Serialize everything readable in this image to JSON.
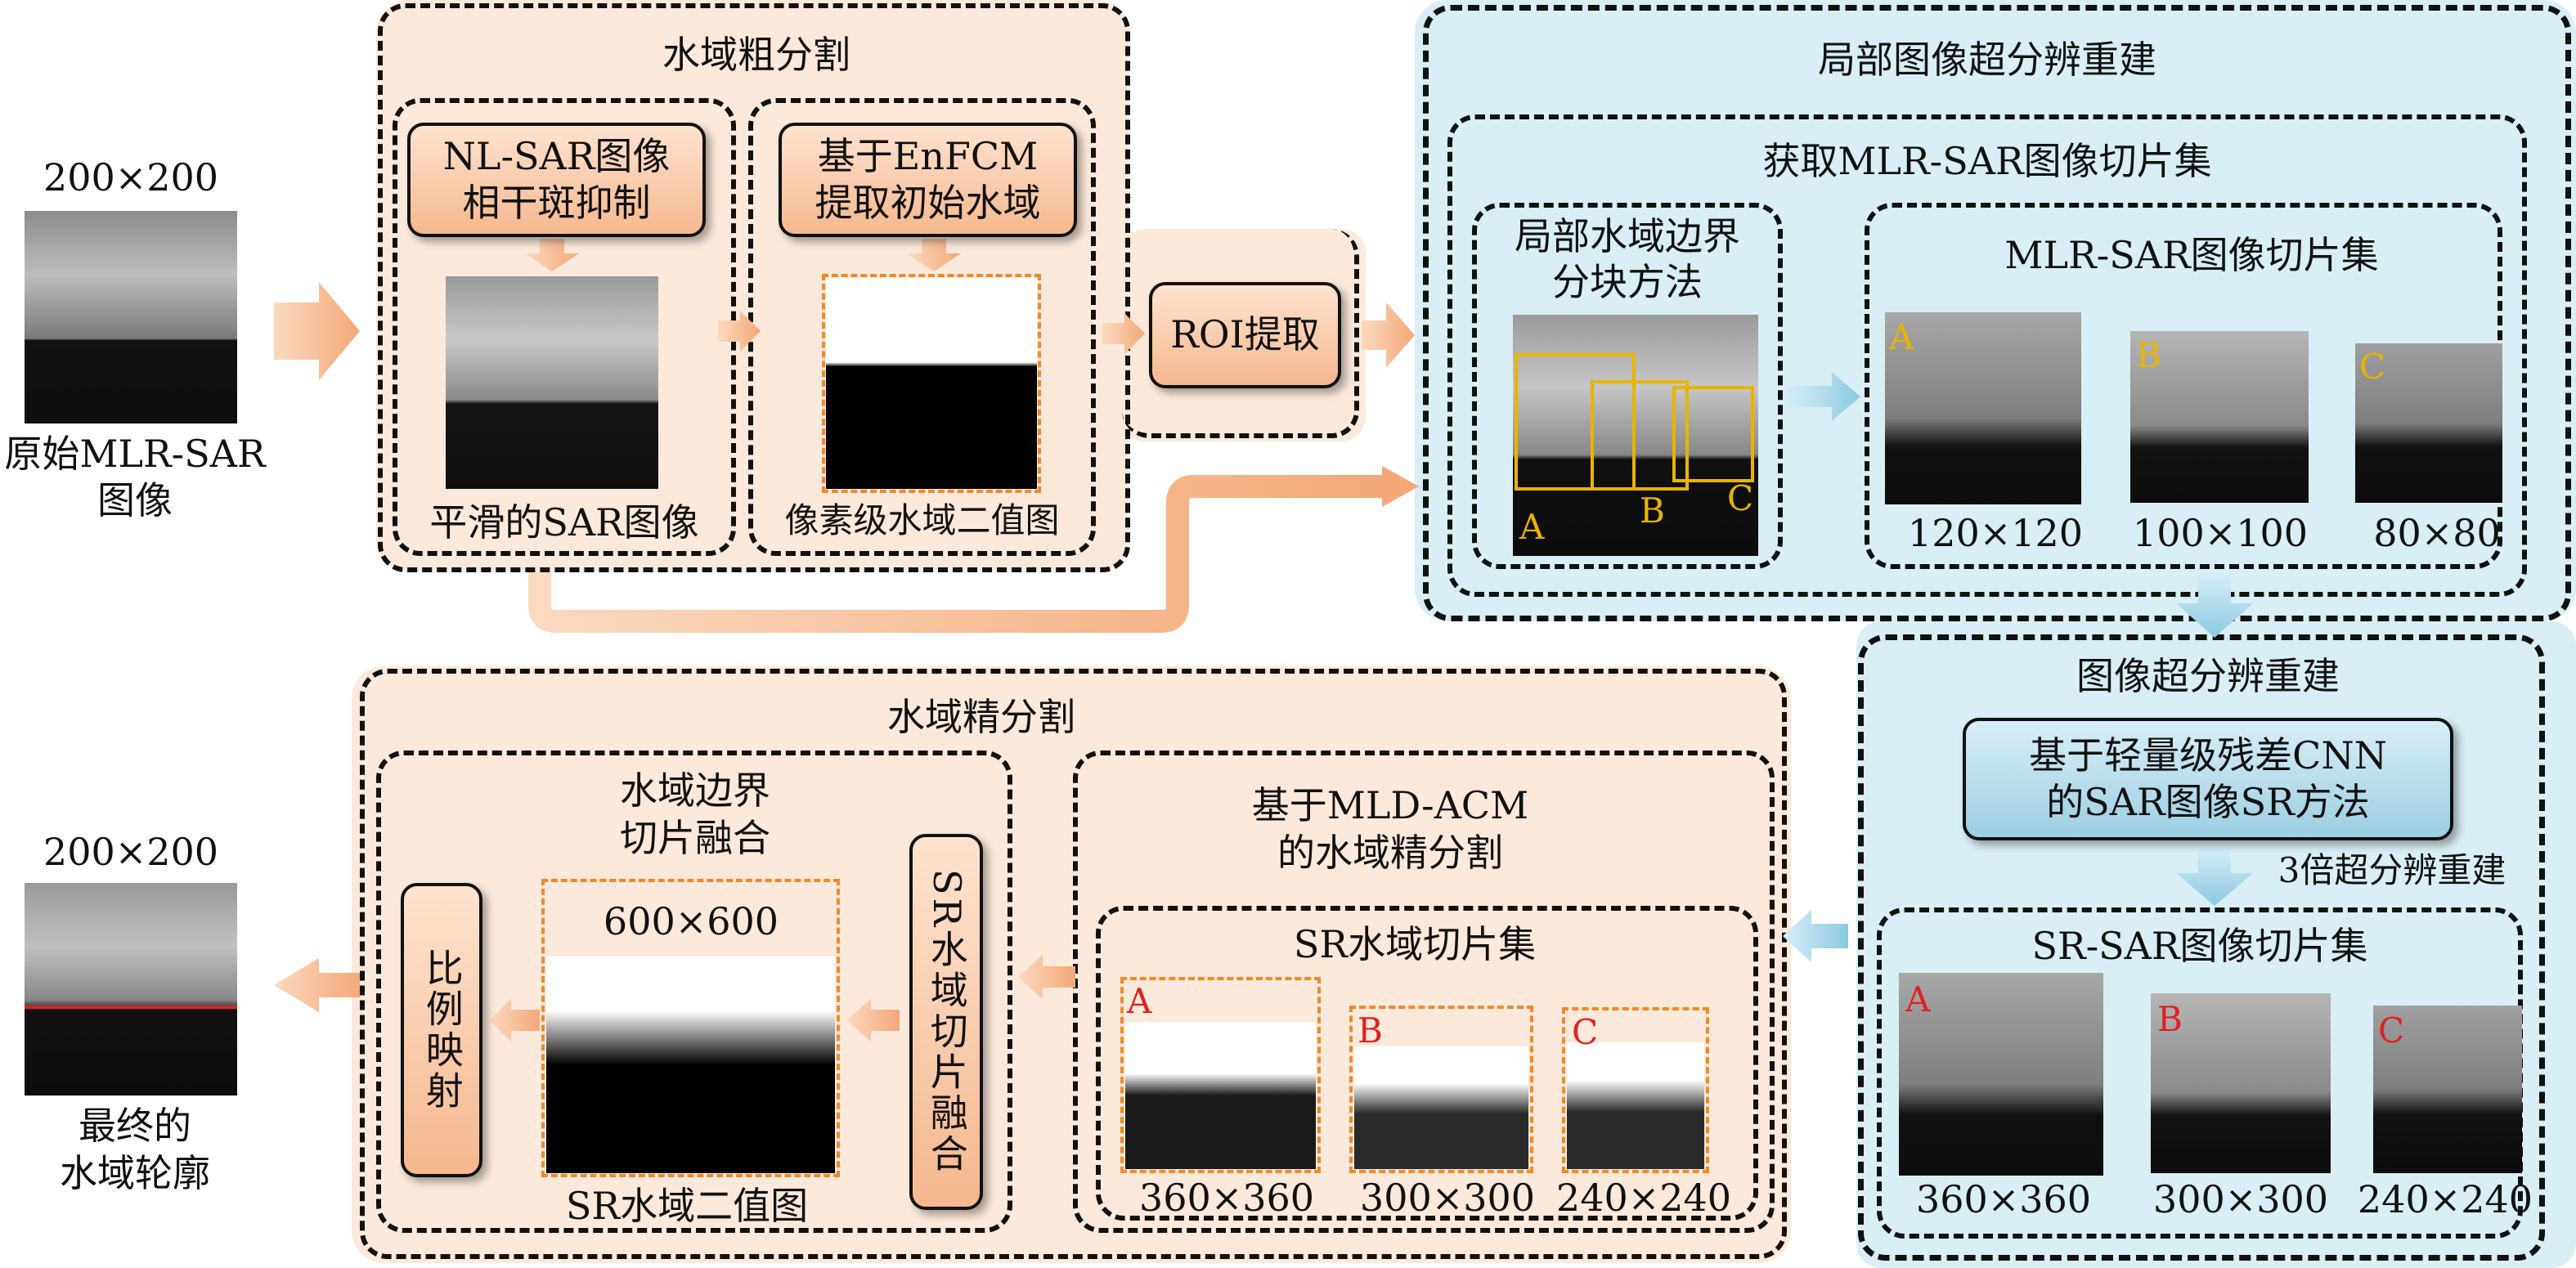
{
  "input": {
    "size": "200×200",
    "label_line1": "原始MLR-SAR",
    "label_line2": "图像"
  },
  "output": {
    "size": "200×200",
    "label_line1": "最终的",
    "label_line2": "水域轮廓"
  },
  "coarse": {
    "title": "水域粗分割",
    "denoise_line1": "NL-SAR图像",
    "denoise_line2": "相干斑抑制",
    "smooth_label": "平滑的SAR图像",
    "enfcm_line1": "基于EnFCM",
    "enfcm_line2": "提取初始水域",
    "binary_label": "像素级水域二值图",
    "roi": "ROI提取"
  },
  "local": {
    "title": "局部图像超分辨重建",
    "acquire_title": "获取MLR-SAR图像切片集",
    "method_line1": "局部水域边界",
    "method_line2": "分块方法",
    "slice_set_title": "MLR-SAR图像切片集",
    "letters": [
      "A",
      "B",
      "C"
    ],
    "slice_sizes": [
      "120×120",
      "100×100",
      "80×80"
    ]
  },
  "sr": {
    "title": "图像超分辨重建",
    "method_line1": "基于轻量级残差CNN",
    "method_line2": "的SAR图像SR方法",
    "scale_label": "3倍超分辨重建",
    "set_title": "SR-SAR图像切片集",
    "sizes": [
      "360×360",
      "300×300",
      "240×240"
    ]
  },
  "fine": {
    "title": "水域精分割",
    "mld_line1": "基于MLD-ACM",
    "mld_line2": "的水域精分割",
    "sr_water_set": "SR水域切片集",
    "sizes": [
      "360×360",
      "300×300",
      "240×240"
    ],
    "fusion_line1": "水域边界",
    "fusion_line2": "切片融合",
    "fused_size": "600×600",
    "fused_label": "SR水域二值图",
    "vertical_fusion": "SR水域切片融合",
    "scale_map": "比例映射"
  },
  "colors": {
    "orange_bg": "#fbe7d8",
    "blue_bg": "#d6ecf4",
    "dash_orange": "#f08a28",
    "letter_yellow": "#e8b400",
    "letter_red": "#e02020"
  }
}
